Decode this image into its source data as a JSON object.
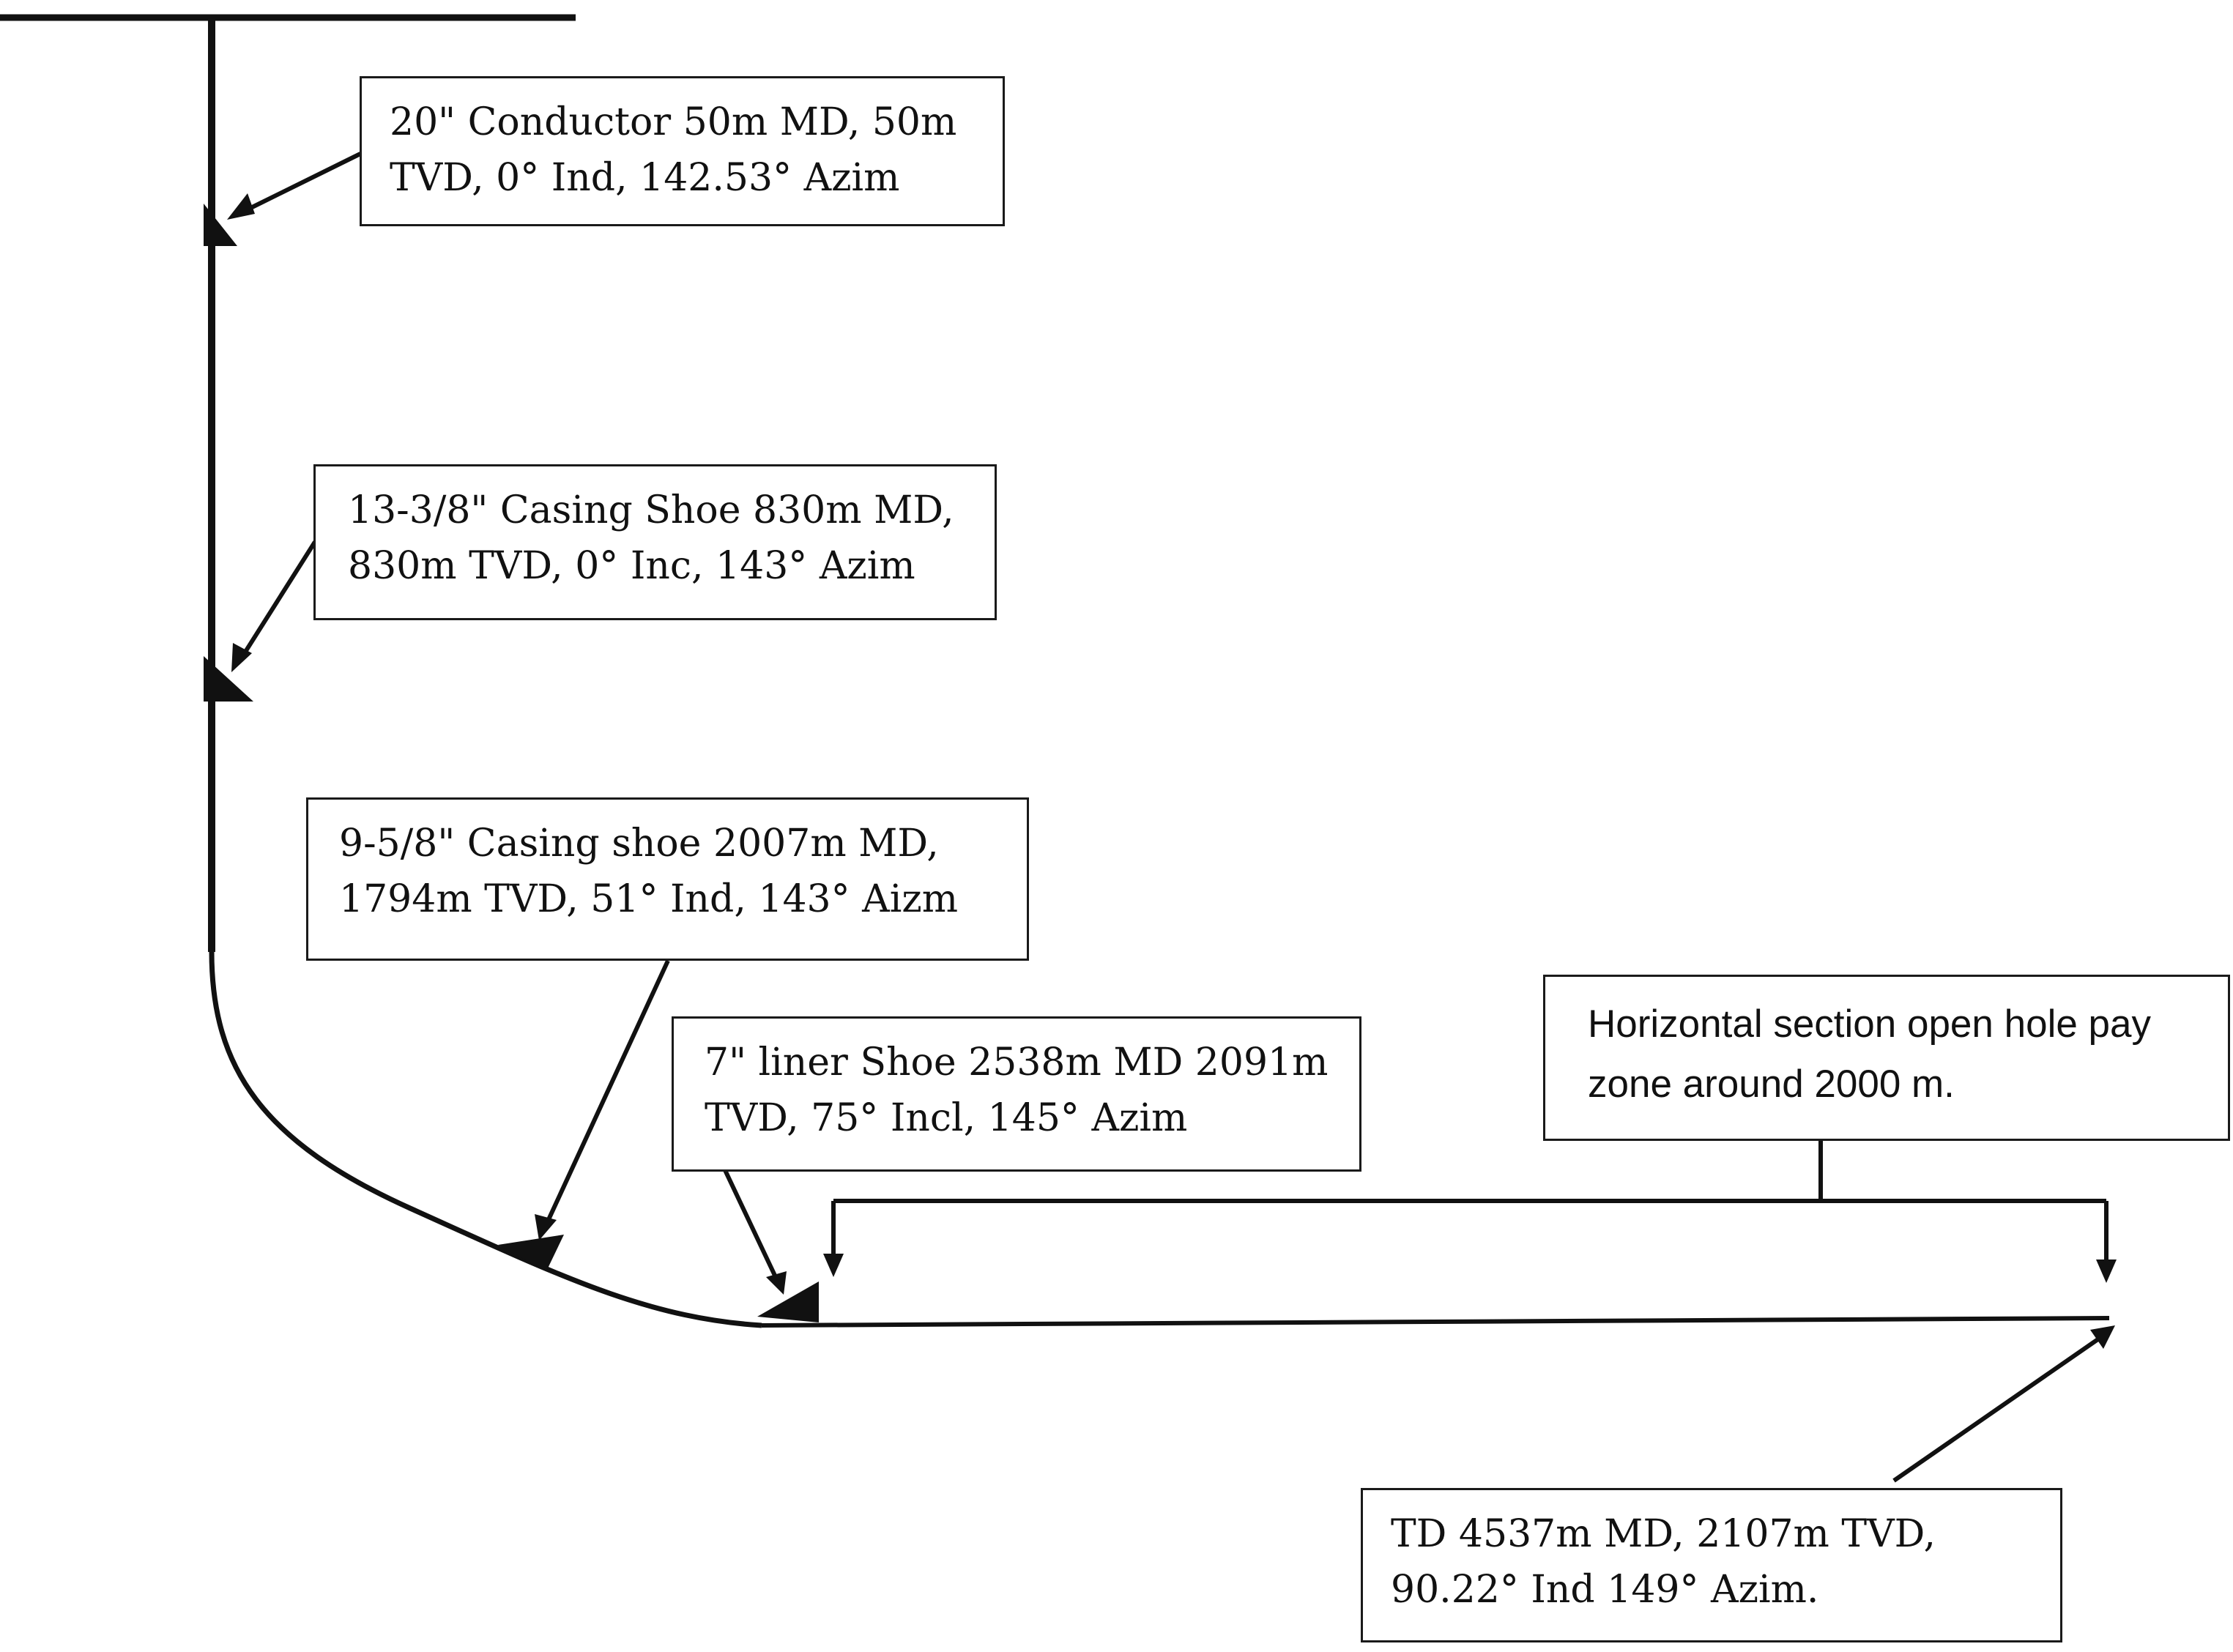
{
  "callouts": {
    "conductor": {
      "line1": "20\" Conductor  50m MD, 50m",
      "line2": "TVD, 0° Ind, 142.53° Azim"
    },
    "casing_13_3_8": {
      "line1": "13-3/8\" Casing Shoe 830m MD,",
      "line2": "830m TVD, 0° Inc, 143° Azim"
    },
    "casing_9_5_8": {
      "line1": "9-5/8\" Casing shoe 2007m MD,",
      "line2": "1794m TVD, 51° Ind, 143° Aizm"
    },
    "liner_7": {
      "line1": "7\" liner Shoe 2538m MD 2091m",
      "line2": "TVD, 75° Incl, 145° Azim"
    },
    "horizontal_section": {
      "line1": "Horizontal section open hole pay",
      "line2": "zone around 2000 m."
    },
    "td": {
      "line1": "TD 4537m MD, 2107m TVD,",
      "line2": "90.22° Ind 149° Azim."
    }
  },
  "colors": {
    "stroke": "#111111",
    "box_border": "#1a1a1a",
    "background": "#ffffff"
  }
}
